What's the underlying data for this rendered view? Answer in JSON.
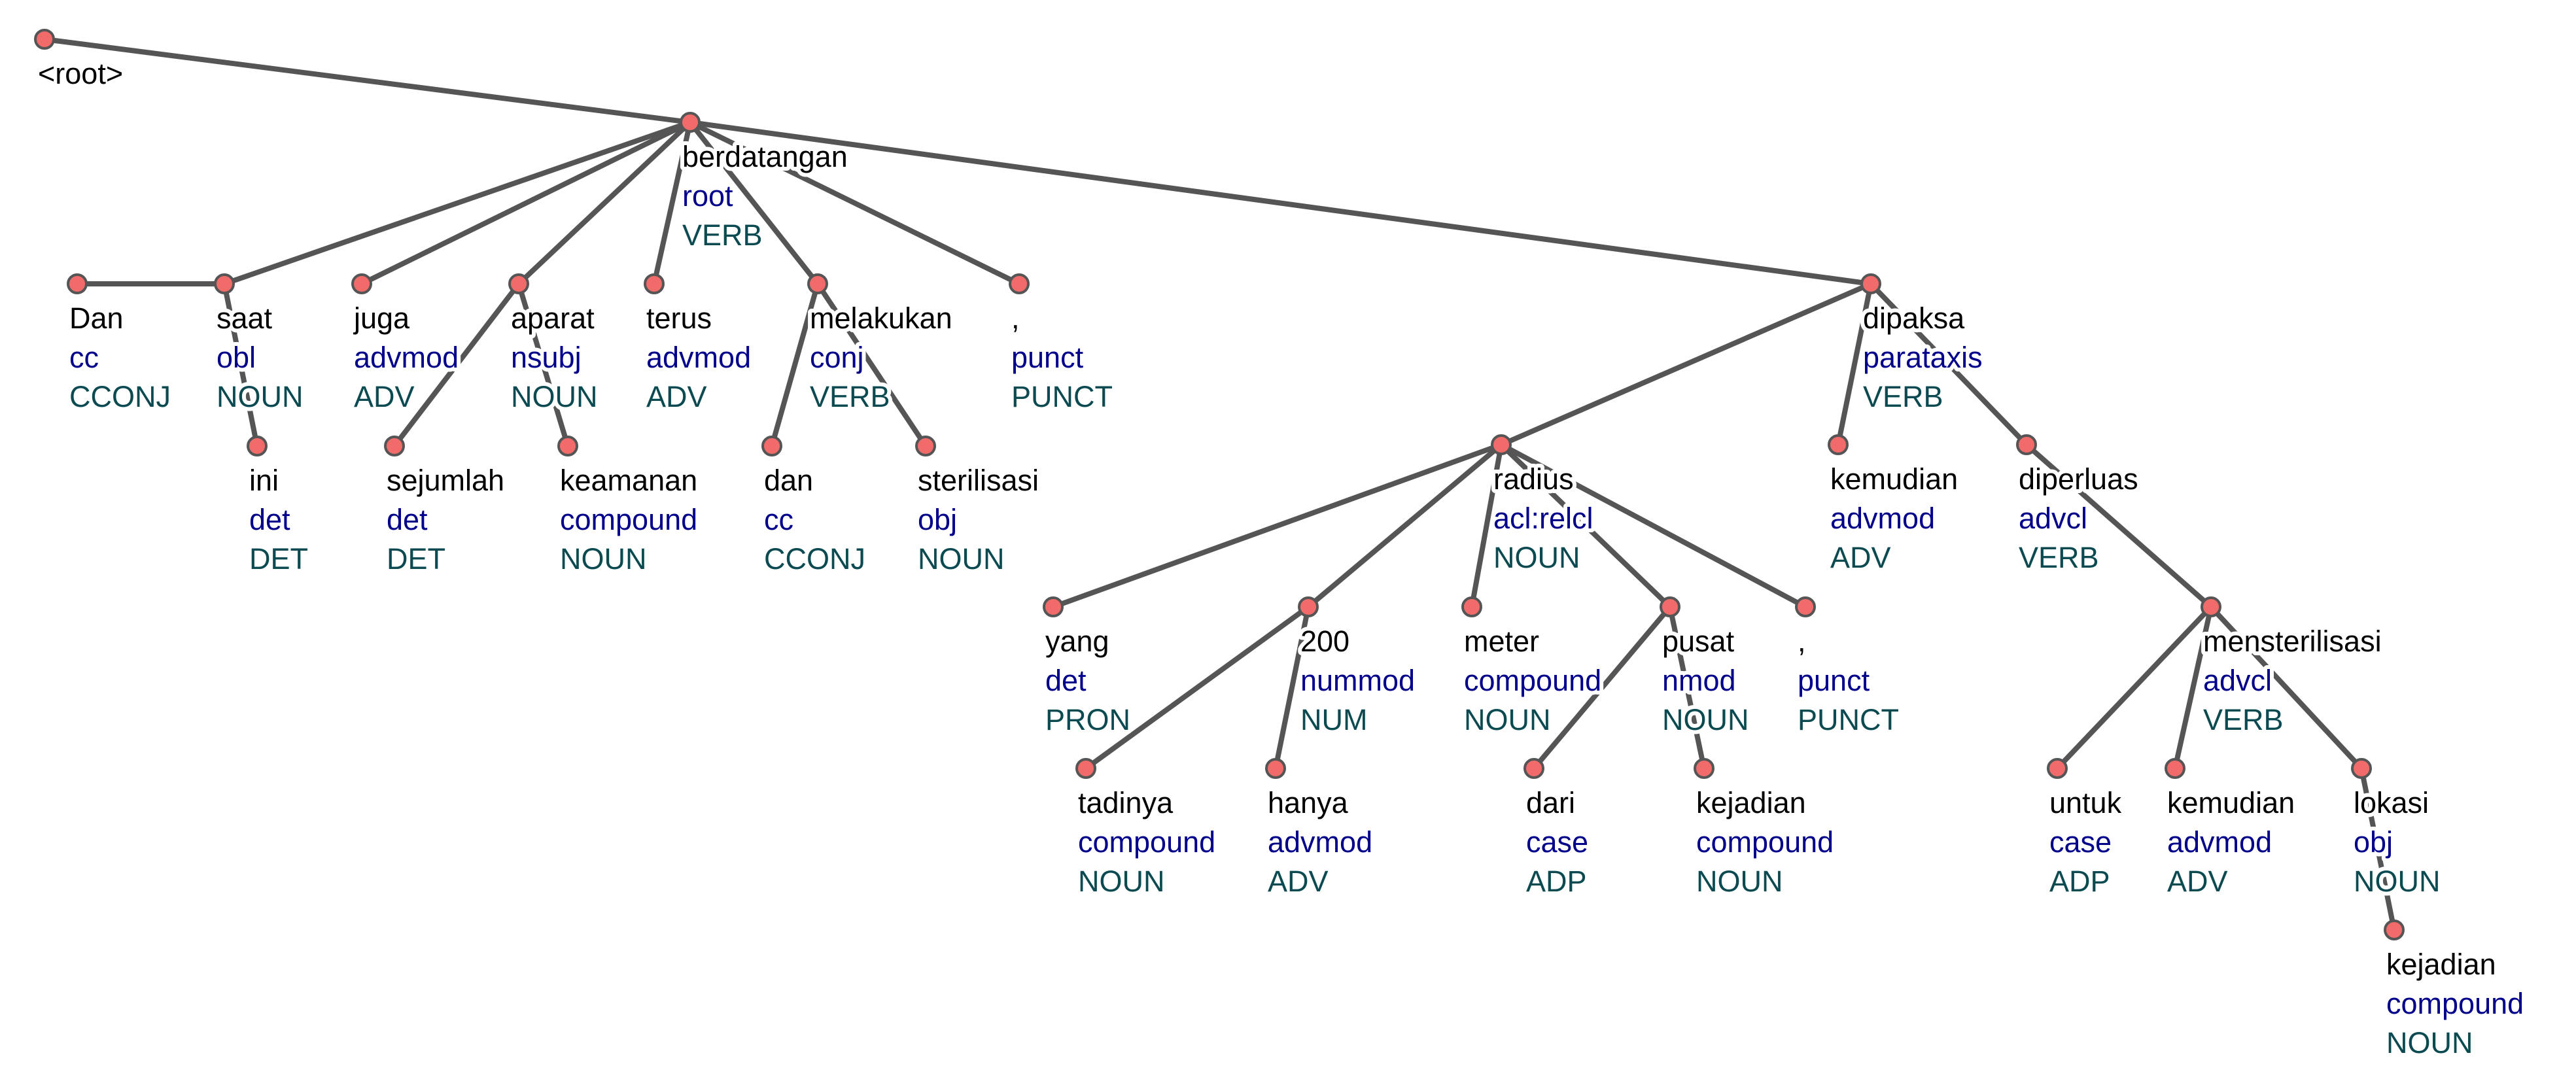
{
  "diagram": {
    "root_label": "<root>",
    "colors": {
      "edge": "#555555",
      "node_fill": "#f26b6b",
      "word_text": "#000000",
      "relation_text": "#00008b",
      "pos_text": "#0a4a50"
    },
    "tokens": [
      {
        "id": 1,
        "word": "Dan",
        "rel": "cc",
        "pos": "CCONJ",
        "head": 2
      },
      {
        "id": 2,
        "word": "saat",
        "rel": "obl",
        "pos": "NOUN",
        "head": 8
      },
      {
        "id": 3,
        "word": "ini",
        "rel": "det",
        "pos": "DET",
        "head": 2
      },
      {
        "id": 4,
        "word": "juga",
        "rel": "advmod",
        "pos": "ADV",
        "head": 8
      },
      {
        "id": 5,
        "word": "sejumlah",
        "rel": "det",
        "pos": "DET",
        "head": 6
      },
      {
        "id": 6,
        "word": "aparat",
        "rel": "nsubj",
        "pos": "NOUN",
        "head": 8
      },
      {
        "id": 7,
        "word": "keamanan",
        "rel": "compound",
        "pos": "NOUN",
        "head": 6
      },
      {
        "id": 8,
        "word": "berdatangan",
        "rel": "root",
        "pos": "VERB",
        "head": 0
      },
      {
        "id": 9,
        "word": "terus",
        "rel": "advmod",
        "pos": "ADV",
        "head": 8
      },
      {
        "id": 10,
        "word": "dan",
        "rel": "cc",
        "pos": "CCONJ",
        "head": 11
      },
      {
        "id": 11,
        "word": "melakukan",
        "rel": "conj",
        "pos": "VERB",
        "head": 8
      },
      {
        "id": 12,
        "word": "sterilisasi",
        "rel": "obj",
        "pos": "NOUN",
        "head": 11
      },
      {
        "id": 13,
        "word": ",",
        "rel": "punct",
        "pos": "PUNCT",
        "head": 8
      },
      {
        "id": 14,
        "word": "yang",
        "rel": "det",
        "pos": "PRON",
        "head": 17
      },
      {
        "id": 15,
        "word": "tadinya",
        "rel": "compound",
        "pos": "NOUN",
        "head": 16
      },
      {
        "id": 16,
        "word": "200",
        "rel": "nummod",
        "pos": "NUM",
        "head": 17
      },
      {
        "id": 17,
        "word": "radius",
        "rel": "acl:relcl",
        "pos": "NOUN",
        "head": 24
      },
      {
        "id": 18,
        "word": "hanya",
        "rel": "advmod",
        "pos": "ADV",
        "head": 16
      },
      {
        "id": 19,
        "word": "meter",
        "rel": "compound",
        "pos": "NOUN",
        "head": 17
      },
      {
        "id": 20,
        "word": "dari",
        "rel": "case",
        "pos": "ADP",
        "head": 21
      },
      {
        "id": 21,
        "word": "pusat",
        "rel": "nmod",
        "pos": "NOUN",
        "head": 17
      },
      {
        "id": 22,
        "word": "kejadian",
        "rel": "compound",
        "pos": "NOUN",
        "head": 21
      },
      {
        "id": 23,
        "word": ",",
        "rel": "punct",
        "pos": "PUNCT",
        "head": 17
      },
      {
        "id": 24,
        "word": "dipaksa",
        "rel": "parataxis",
        "pos": "VERB",
        "head": 8
      },
      {
        "id": 25,
        "word": "kemudian",
        "rel": "advmod",
        "pos": "ADV",
        "head": 24
      },
      {
        "id": 26,
        "word": "diperluas",
        "rel": "advcl",
        "pos": "VERB",
        "head": 24
      },
      {
        "id": 27,
        "word": "untuk",
        "rel": "case",
        "pos": "ADP",
        "head": 29
      },
      {
        "id": 28,
        "word": "kemudian",
        "rel": "advmod",
        "pos": "ADV",
        "head": 29
      },
      {
        "id": 29,
        "word": "mensterilisasi",
        "rel": "advcl",
        "pos": "VERB",
        "head": 26
      },
      {
        "id": 30,
        "word": "lokasi",
        "rel": "obj",
        "pos": "NOUN",
        "head": 29
      },
      {
        "id": 31,
        "word": "kejadian",
        "rel": "compound",
        "pos": "NOUN",
        "head": 30
      }
    ]
  }
}
